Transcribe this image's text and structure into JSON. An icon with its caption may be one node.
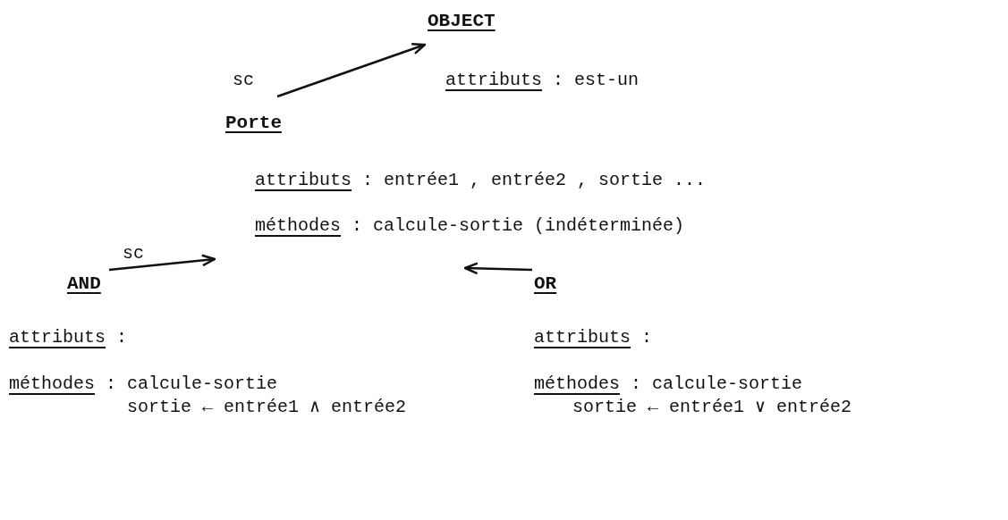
{
  "diagram": {
    "nodes": [
      {
        "text": [
          "OBJECT"
        ],
        "beside": [
          "attributs : est-un"
        ]
      },
      {
        "text": [
          "Porte"
        ],
        "beside": [
          "attributs : entrée1 , entrée2 , sortie ...",
          "méthodes : calcule-sortie (indéterminée)"
        ]
      },
      {
        "text": [
          "AND"
        ],
        "beside": [
          "attributs :",
          "méthodes : calcule-sortie",
          "sortie ← entrée1 ∧ entrée2"
        ]
      },
      {
        "text": [
          "OR"
        ],
        "beside": [
          "attributs :",
          "méthodes : calcule-sortie",
          "sortie ← entrée1 ∨ entrée2"
        ]
      }
    ],
    "edges": [
      {
        "from": 1,
        "to": 0,
        "arrow": "to",
        "label": "sc"
      },
      {
        "from": 2,
        "to": 1,
        "arrow": "to",
        "label": "sc"
      },
      {
        "from": 3,
        "to": 1,
        "arrow": "to"
      }
    ]
  }
}
